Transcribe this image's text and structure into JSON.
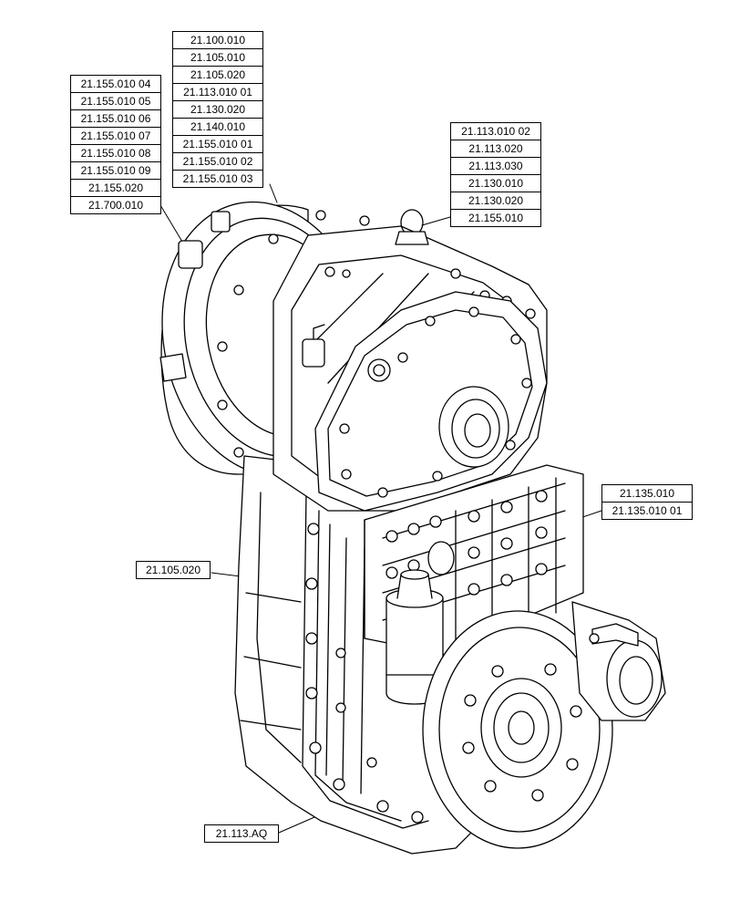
{
  "callouts": {
    "top_center": [
      "21.100.010",
      "21.105.010",
      "21.105.020",
      "21.113.010 01",
      "21.130.020",
      "21.140.010",
      "21.155.010 01",
      "21.155.010 02",
      "21.155.010 03"
    ],
    "top_left": [
      "21.155.010 04",
      "21.155.010 05",
      "21.155.010 06",
      "21.155.010 07",
      "21.155.010 08",
      "21.155.010 09",
      "21.155.020",
      "21.700.010"
    ],
    "top_right": [
      "21.113.010 02",
      "21.113.020",
      "21.113.030",
      "21.130.010",
      "21.130.020",
      "21.155.010"
    ],
    "mid_right": [
      "21.135.010",
      "21.135.010 01"
    ],
    "filter": [
      "21.105.020"
    ],
    "housing": [
      "21.113.AQ"
    ]
  },
  "colors": {
    "line": "#000000",
    "background": "#ffffff",
    "fill": "#ffffff"
  }
}
